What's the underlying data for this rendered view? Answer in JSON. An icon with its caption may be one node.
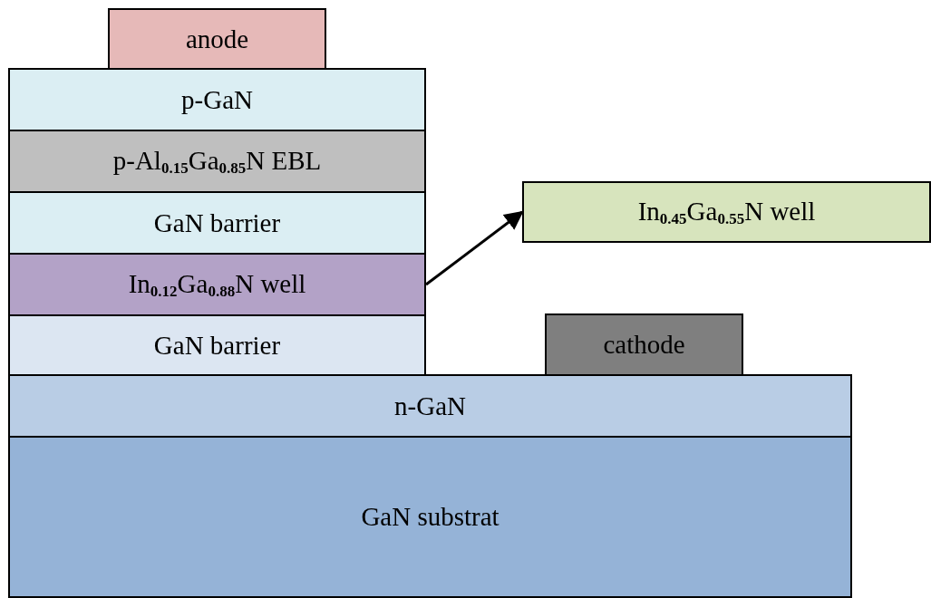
{
  "diagram": {
    "nodes": [
      {
        "text": [
          "anode"
        ]
      },
      {
        "text": [
          "p-GaN"
        ]
      },
      {
        "text": [
          "p-Al$_{0.15}$Ga$_{0.85}$N EBL"
        ]
      },
      {
        "text": [
          "GaN barrier"
        ]
      },
      {
        "text": [
          "In$_{0.12}$Ga$_{0.88}$N well"
        ]
      },
      {
        "text": [
          "GaN barrier"
        ]
      },
      {
        "text": [
          "cathode"
        ]
      },
      {
        "text": [
          "n-GaN"
        ]
      },
      {
        "text": [
          "GaN substrat"
        ]
      },
      {
        "text": [
          "In$_{0.45}$Ga$_{0.55}$N well"
        ]
      }
    ],
    "edges": [
      {
        "from": 4,
        "to": 9,
        "arrow": "to"
      }
    ]
  }
}
